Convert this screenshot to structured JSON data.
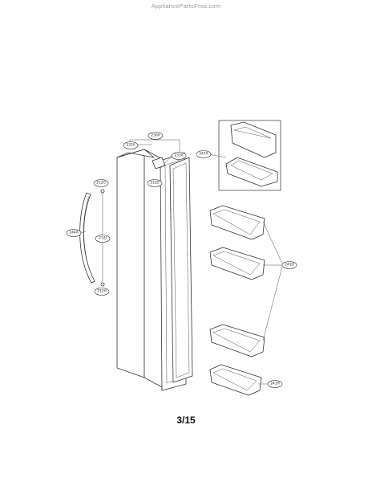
{
  "watermark": "AppliancePartsPros.com",
  "page_number": "3/15",
  "callouts": {
    "door_outer": "231A",
    "door_top": "230A",
    "gasket": "233A",
    "door_screw": "212D",
    "cap_top": "212G",
    "handle": "244A",
    "handle_rod": "212J",
    "cap_bottom": "212H",
    "upper_basket": "247A",
    "door_baskets": "241D",
    "bottom_basket": "241H"
  }
}
